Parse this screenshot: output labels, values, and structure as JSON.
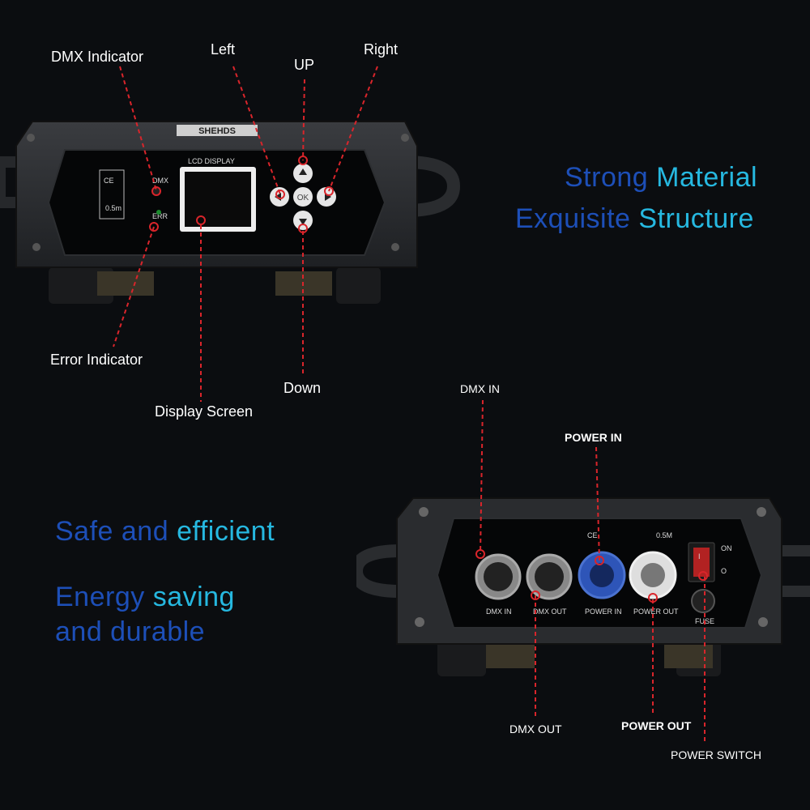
{
  "top_labels": {
    "dmx_indicator": "DMX Indicator",
    "left": "Left",
    "up": "UP",
    "right": "Right",
    "error_indicator": "Error Indicator",
    "display_screen": "Display Screen",
    "down": "Down"
  },
  "top_device": {
    "brand": "SHEHDS",
    "lcd_title": "LCD DISPLAY",
    "dmx_led": "DMX",
    "err_led": "ERR",
    "ok_button": "OK",
    "marks": [
      "CE",
      "0.5m"
    ]
  },
  "slogans": {
    "line1": [
      "Strong",
      "Material"
    ],
    "line2": [
      "Exquisite",
      "Structure"
    ],
    "line3": [
      "Safe and",
      "efficient"
    ],
    "line4": [
      "Energy",
      "saving"
    ],
    "line5": "and durable"
  },
  "bottom_labels": {
    "dmx_in": "DMX IN",
    "power_in": "POWER IN",
    "dmx_out": "DMX OUT",
    "power_out": "POWER OUT",
    "power_switch": "POWER SWITCH"
  },
  "bottom_device": {
    "ports": [
      "DMX IN",
      "DMX OUT",
      "POWER IN",
      "POWER OUT"
    ],
    "fuse": "FUSE",
    "switch_on": "ON",
    "switch_off": "O",
    "switch_i": "I",
    "marks": [
      "CE",
      "0.5M"
    ]
  },
  "colors": {
    "background": "#0b0d10",
    "pointer": "#d9252b",
    "slogan_blue": "#1d4fb8",
    "slogan_cyan": "#26b8e0"
  }
}
